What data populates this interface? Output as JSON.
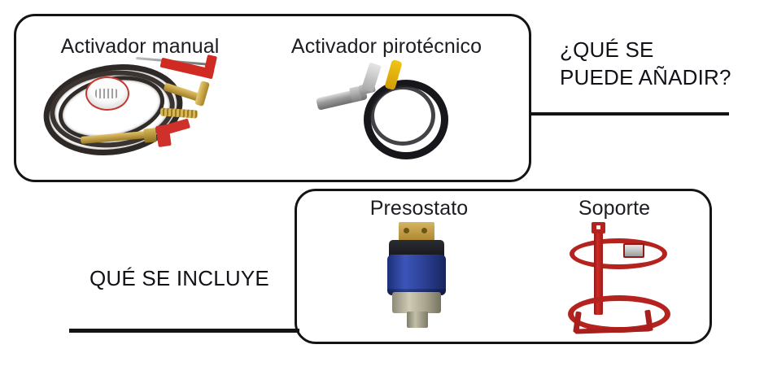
{
  "diagram": {
    "sections": [
      {
        "id": "add",
        "heading": "¿QUÉ SE\nPUEDE AÑADIR?",
        "items": [
          {
            "label": "Activador manual",
            "art": "manual-activator-photo"
          },
          {
            "label": "Activador pirotécnico",
            "art": "pyrotechnic-activator-photo"
          }
        ]
      },
      {
        "id": "included",
        "heading": "QUÉ SE INCLUYE",
        "items": [
          {
            "label": "Presostato",
            "art": "pressure-switch-photo"
          },
          {
            "label": "Soporte",
            "art": "support-bracket-photo"
          }
        ]
      }
    ]
  },
  "colors": {
    "outline": "#141414",
    "text": "#1a1a1a",
    "background": "#ffffff",
    "red_part": "#c0221d",
    "blue_part": "#2b3f92",
    "brass_part": "#c0992f",
    "black_cable": "#17161a",
    "yellow_part": "#e8b70f",
    "metal_part": "#a9a9a9"
  }
}
